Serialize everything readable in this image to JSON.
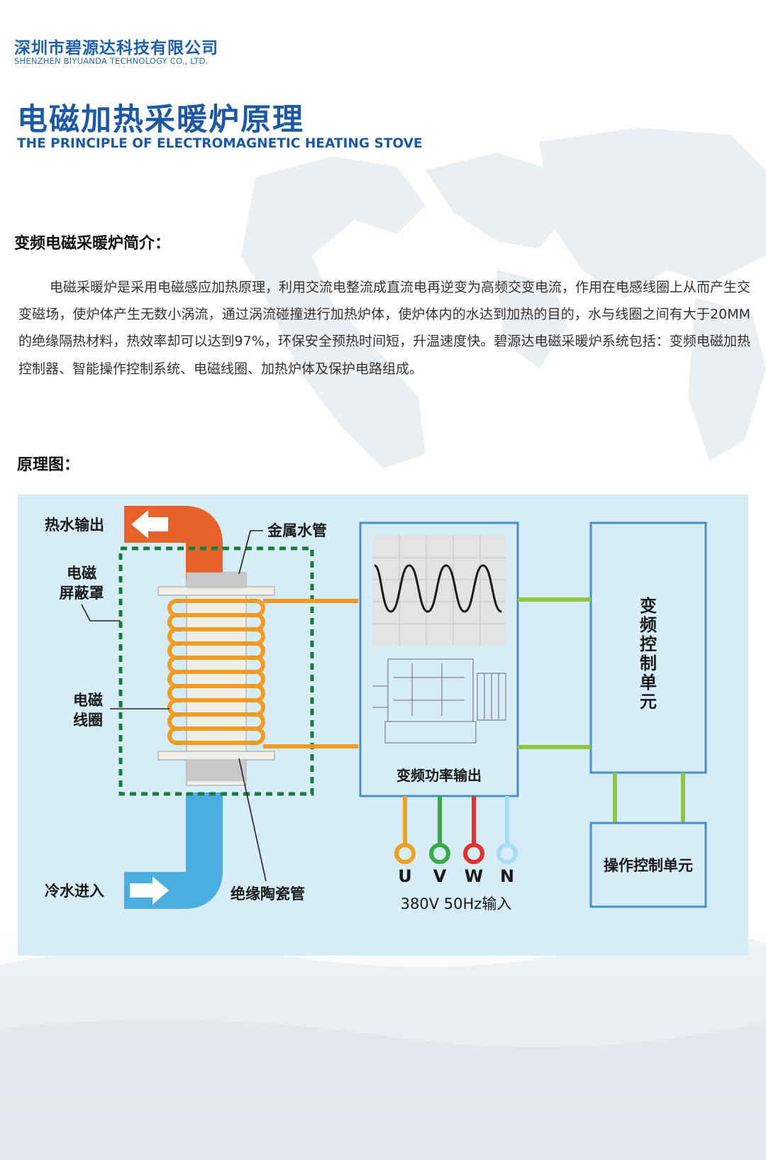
{
  "header": {
    "company_cn": "深圳市碧源达科技有限公司",
    "company_en": "SHENZHEN BIYUANDA TECHNOLOGY CO., LTD."
  },
  "title": {
    "cn": "电磁加热采暖炉原理",
    "en": "THE PRINCIPLE OF ELECTROMAGNETIC HEATING STOVE"
  },
  "intro": {
    "heading": "变频电磁采暖炉简介：",
    "body": "电磁采暖炉是采用电磁感应加热原理，利用交流电整流成直流电再逆变为高频交变电流，作用在电感线圈上从而产生交变磁场，使炉体产生无数小涡流，通过涡流碰撞进行加热炉体，使炉体内的水达到加热的目的，水与线圈之间有大于20MM的绝缘隔热材料，热效率却可以达到97%，环保安全预热时间短，升温速度快。碧源达电磁采暖炉系统包括：变频电磁加热控制器、智能操作控制系统、电磁线圈、加热炉体及保护电路组成。"
  },
  "diagram": {
    "heading": "原理图：",
    "labels": {
      "hot_water_out": "热水输出",
      "metal_pipe": "金属水管",
      "shield_line1": "电磁",
      "shield_line2": "屏蔽罩",
      "coil_line1": "电磁",
      "coil_line2": "线圈",
      "cold_water_in": "冷水进入",
      "ceramic_tube": "绝缘陶瓷管",
      "power_output": "变频功率输出",
      "vf_control": [
        "变",
        "频",
        "控",
        "制",
        "单",
        "元"
      ],
      "operation_control": "操作控制单元",
      "phase_u": "U",
      "phase_v": "V",
      "phase_w": "W",
      "phase_n": "N",
      "power_input": "380V 50Hz输入"
    },
    "colors": {
      "panel_bg": "#d6edf8",
      "hot_pipe": "#e8612a",
      "cold_pipe": "#4aaee0",
      "coil": "#f39a22",
      "box_border": "#4a90c8",
      "green_link": "#8cc63f",
      "shield": "#1a7a3a",
      "u": "#f0a020",
      "v": "#3aaa48",
      "w": "#e03030",
      "n": "#a8dcf4"
    }
  }
}
